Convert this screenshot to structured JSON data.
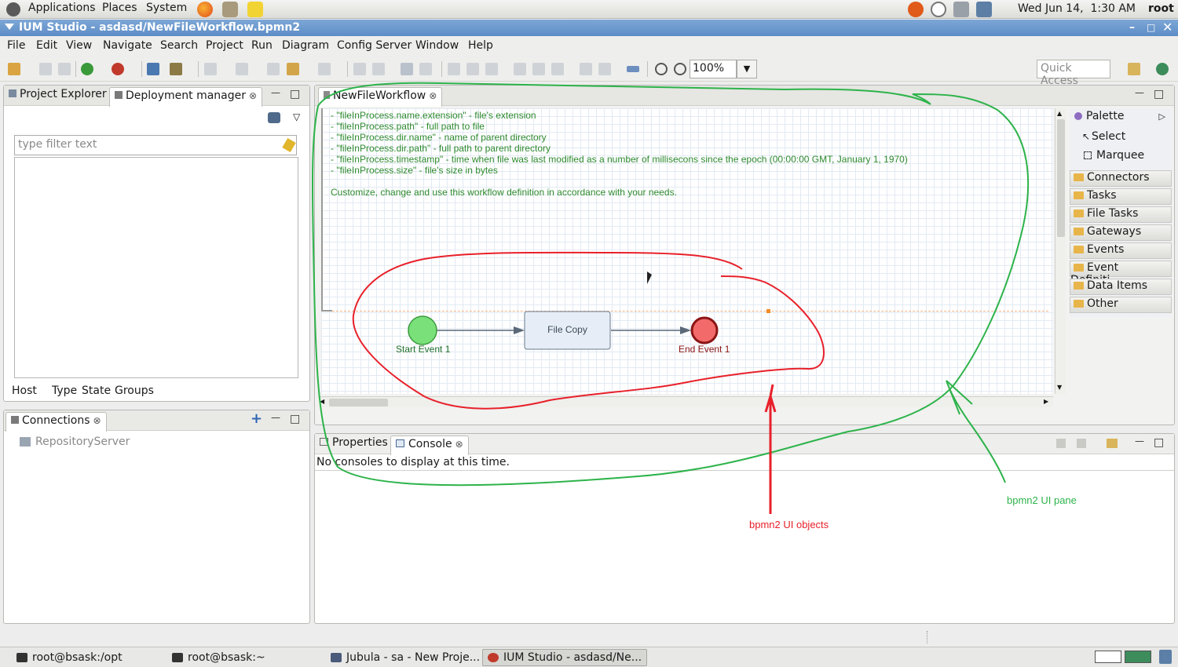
{
  "top_panel": {
    "menus": [
      "Applications",
      "Places",
      "System"
    ],
    "datetime": "Wed Jun 14,  1:30 AM",
    "user": "root"
  },
  "window": {
    "title": "IUM Studio - asdasd/NewFileWorkflow.bpmn2"
  },
  "menubar": [
    "File",
    "Edit",
    "View",
    "Navigate",
    "Search",
    "Project",
    "Run",
    "Diagram",
    "Config Server",
    "Window",
    "Help"
  ],
  "toolbar": {
    "zoom": "100%",
    "quick_access": "Quick Access"
  },
  "left_panel": {
    "tabs": [
      "Project Explorer",
      "Deployment manager"
    ],
    "filter_placeholder": "type filter text",
    "bottom_tabs": [
      "Host",
      "Type",
      "State",
      "Groups"
    ]
  },
  "connections": {
    "title": "Connections",
    "items": [
      "RepositoryServer"
    ]
  },
  "editor": {
    "tab": "NewFileWorkflow",
    "doc_lines": [
      "- \"fileInProcess.name.extension\" - file's extension",
      "- \"fileInProcess.path\" - full path to file",
      "- \"fileInProcess.dir.name\" - name of parent directory",
      "- \"fileInProcess.dir.path\" - full path to parent directory",
      "- \"fileInProcess.timestamp\" - time when file was last modified as a number of millisecons since the epoch (00:00:00 GMT, January 1, 1970)",
      "- \"fileInProcess.size\" - file's size in bytes",
      "Customize, change and use this workflow definition in accordance with your needs."
    ],
    "start_event": "Start Event 1",
    "task": "File Copy",
    "end_event": "End Event 1"
  },
  "palette": {
    "title": "Palette",
    "tools": [
      "Select",
      "Marquee"
    ],
    "drawers": [
      "Connectors",
      "Tasks",
      "File Tasks",
      "Gateways",
      "Events",
      "Event Definiti...",
      "Data Items",
      "Other"
    ]
  },
  "bottom_panel": {
    "tabs": [
      "Properties",
      "Console"
    ],
    "message": "No consoles to display at this time."
  },
  "annotations": {
    "red_label": "bpmn2 UI objects",
    "green_label": "bpmn2 UI pane",
    "red_color": "#e8202a",
    "green_color": "#2db34a"
  },
  "taskbar": [
    "root@bsask:/opt",
    "root@bsask:~",
    "Jubula - sa - New Proje...",
    "IUM Studio - asdasd/Ne..."
  ]
}
